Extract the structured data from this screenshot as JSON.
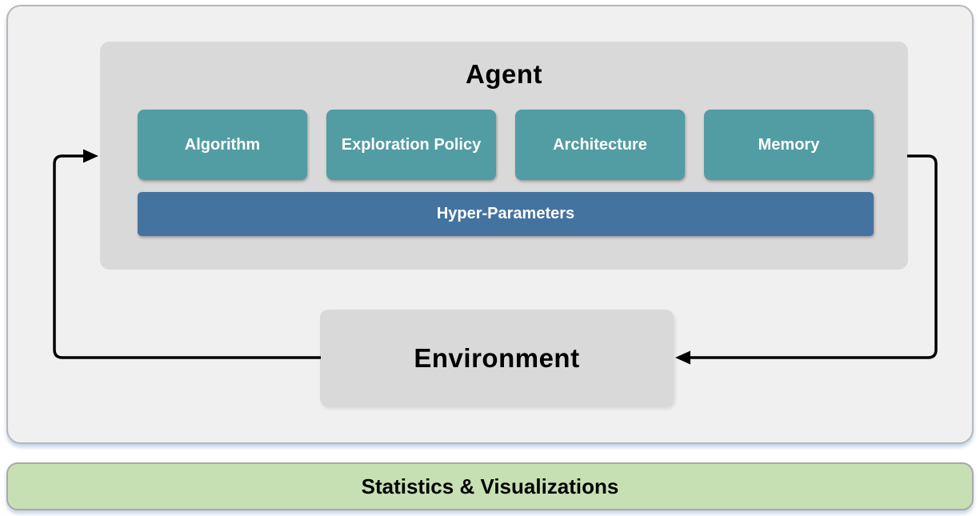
{
  "diagram": {
    "agent": {
      "title": "Agent",
      "components": [
        {
          "label": "Algorithm"
        },
        {
          "label": "Exploration Policy"
        },
        {
          "label": "Architecture"
        },
        {
          "label": "Memory"
        }
      ],
      "hyper_parameters_label": "Hyper-Parameters"
    },
    "environment": {
      "title": "Environment"
    },
    "footer": {
      "label": "Statistics & Visualizations"
    },
    "arrows": [
      {
        "name": "environment-to-agent",
        "direction": "from Environment left side, up and into Agent left side"
      },
      {
        "name": "agent-to-environment",
        "direction": "from Agent right side, down and into Environment right side"
      }
    ]
  },
  "colors": {
    "teal_box": "#529CA3",
    "blue_bar": "#4473A0",
    "agent_panel": "#D9D9D9",
    "environment_box": "#D9D9D9",
    "outer_panel": "#F0F0F1",
    "outer_border": "#B7B7B7",
    "green_bar": "#C6E0B4",
    "green_border": "#A9A9A9",
    "arrow": "#000000",
    "title_text": "#000000",
    "box_text": "#FFFFFF"
  }
}
